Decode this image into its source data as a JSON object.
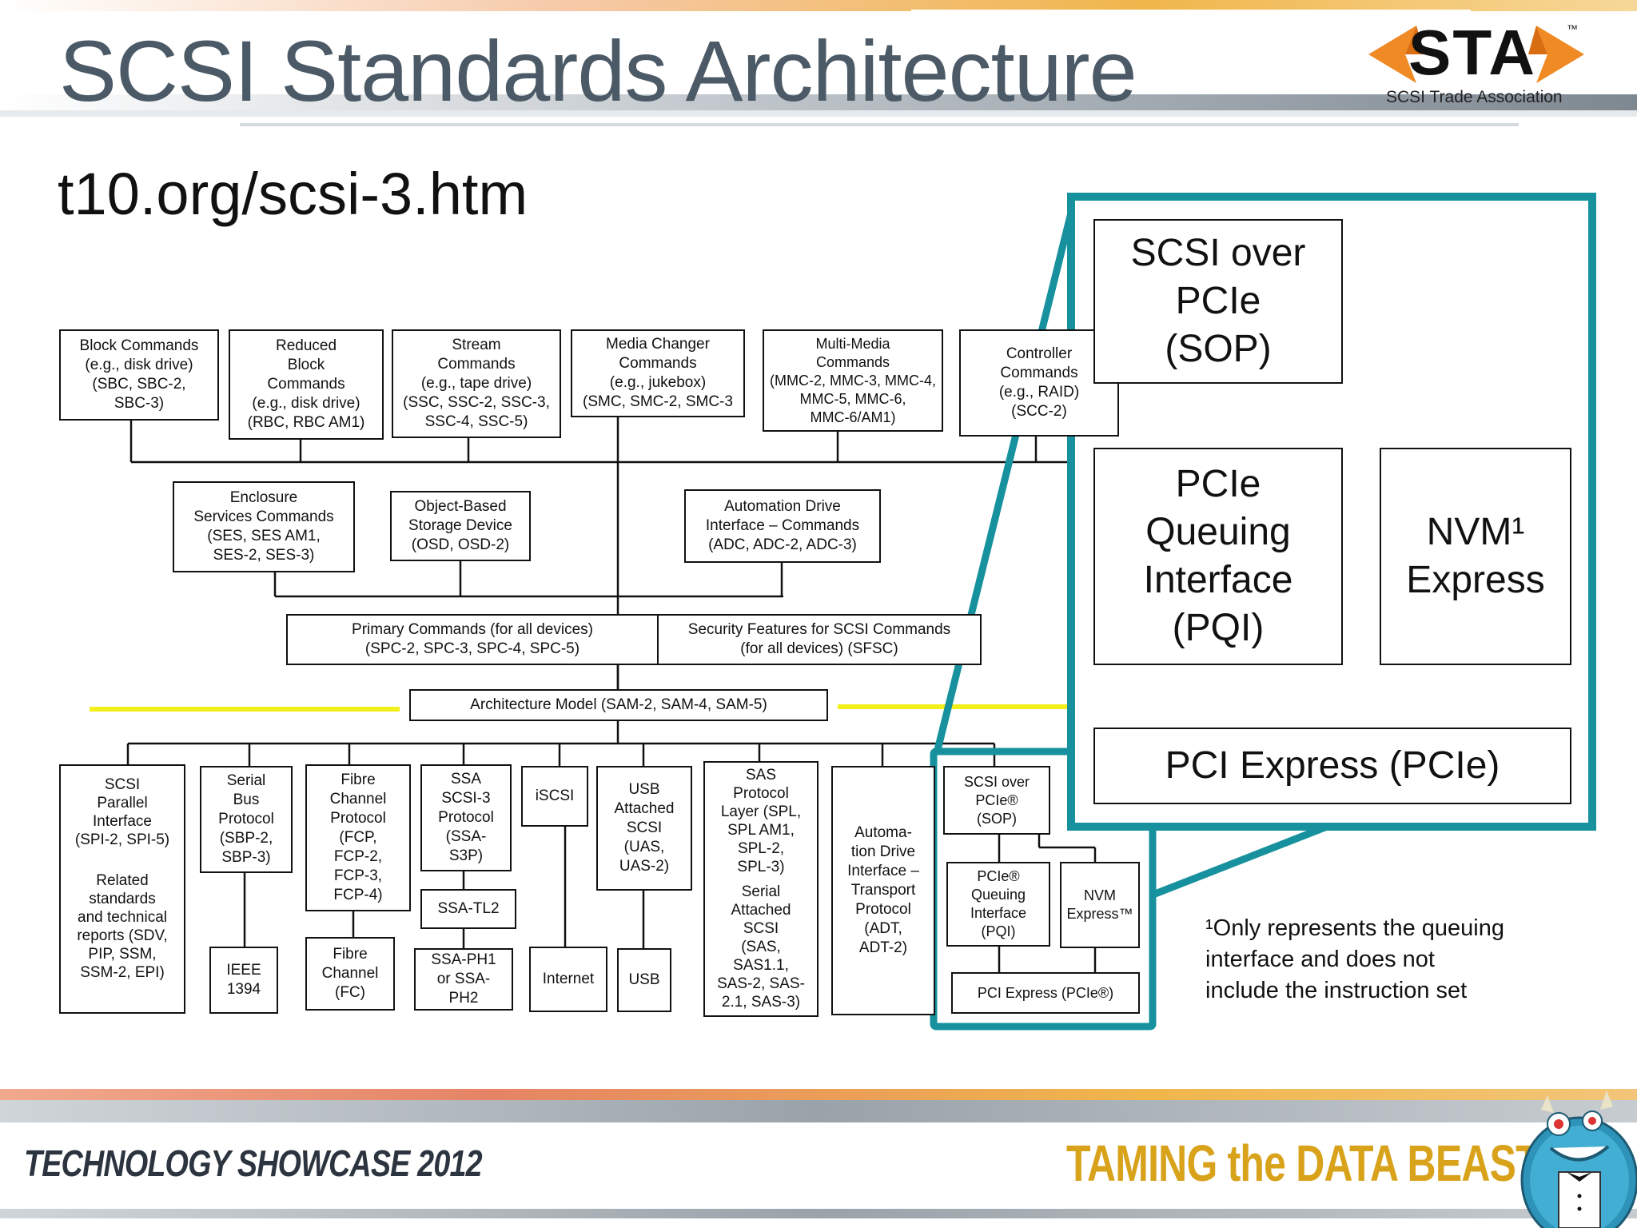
{
  "header": {
    "title": "SCSI Standards Architecture",
    "subtitle": "t10.org/scsi-3.htm",
    "logo": {
      "name": "STA",
      "tm": "™",
      "tagline": "SCSI Trade Association"
    }
  },
  "diagram": {
    "command_sets": [
      {
        "id": "block",
        "label": "Block Commands\n(e.g., disk drive)\n(SBC, SBC-2,\nSBC-3)"
      },
      {
        "id": "reduced-block",
        "label": "Reduced\nBlock\nCommands\n(e.g., disk drive)\n(RBC, RBC AM1)"
      },
      {
        "id": "stream",
        "label": "Stream\nCommands\n(e.g., tape drive)\n(SSC, SSC-2, SSC-3,\nSSC-4, SSC-5)"
      },
      {
        "id": "media-changer",
        "label": "Media Changer\nCommands\n(e.g., jukebox)\n(SMC, SMC-2, SMC-3"
      },
      {
        "id": "multi-media",
        "label": "Multi-Media\nCommands\n(MMC-2, MMC-3, MMC-4,\nMMC-5, MMC-6,\nMMC-6/AM1)"
      },
      {
        "id": "controller",
        "label": "Controller\nCommands\n(e.g., RAID)\n(SCC-2)"
      }
    ],
    "second_row": [
      {
        "id": "enclosure",
        "label": "Enclosure\nServices Commands\n(SES, SES AM1,\nSES-2, SES-3)"
      },
      {
        "id": "object-based",
        "label": "Object-Based\nStorage Device\n(OSD, OSD-2)"
      },
      {
        "id": "automation-drive",
        "label": "Automation Drive\nInterface – Commands\n(ADC, ADC-2, ADC-3)"
      }
    ],
    "primary": "Primary Commands (for all devices)\n(SPC-2, SPC-3, SPC-4, SPC-5)",
    "security": "Security Features for SCSI Commands\n(for all devices) (SFSC)",
    "architecture": "Architecture Model (SAM-2, SAM-4, SAM-5)",
    "protocols": {
      "spi": "SCSI\nParallel\nInterface\n(SPI-2, SPI-5)",
      "related": "Related\nstandards\nand technical\nreports (SDV,\nPIP, SSM,\nSSM-2, EPI)",
      "sbp": "Serial\nBus\nProtocol\n(SBP-2,\nSBP-3)",
      "ieee": "IEEE\n1394",
      "fcp": "Fibre\nChannel\nProtocol\n(FCP,\nFCP-2,\nFCP-3,\nFCP-4)",
      "fc": "Fibre\nChannel\n(FC)",
      "ssa": "SSA\nSCSI-3\nProtocol\n(SSA-\nS3P)",
      "ssa_tl2": "SSA-TL2",
      "ssa_ph": "SSA-PH1\nor SSA-\nPH2",
      "iscsi": "iSCSI",
      "internet": "Internet",
      "uas": "USB\nAttached\nSCSI\n(UAS,\nUAS-2)",
      "usb": "USB",
      "sas_protocol": "SAS\nProtocol\nLayer (SPL,\nSPL AM1,\nSPL-2,\nSPL-3)",
      "sas_attached": "Serial\nAttached\nSCSI\n(SAS,\nSAS1.1,\nSAS-2, SAS-\n2.1, SAS-3)",
      "adt": "Automa-\ntion Drive\nInterface –\nTransport\nProtocol\n(ADT,\nADT-2)",
      "sop_small": "SCSI over\nPCIe®\n(SOP)",
      "pqi_small": "PCIe®\nQueuing\nInterface\n(PQI)",
      "nvm_small": "NVM\nExpress™",
      "pcie_small": "PCI Express (PCIe®)"
    },
    "zoom": {
      "sop": "SCSI over\nPCIe\n(SOP)",
      "pqi": "PCIe\nQueuing\nInterface\n(PQI)",
      "nvm": "NVM¹\nExpress",
      "pcie": "PCI Express (PCIe)"
    },
    "footnote": "¹Only represents the queuing\n interface and does not\n include the instruction set",
    "colors": {
      "highlight": "#16919d",
      "marker": "#f2ef1a"
    }
  },
  "footer": {
    "left": "TECHNOLOGY SHOWCASE 2012",
    "right": "TAMING the DATA BEAST"
  }
}
